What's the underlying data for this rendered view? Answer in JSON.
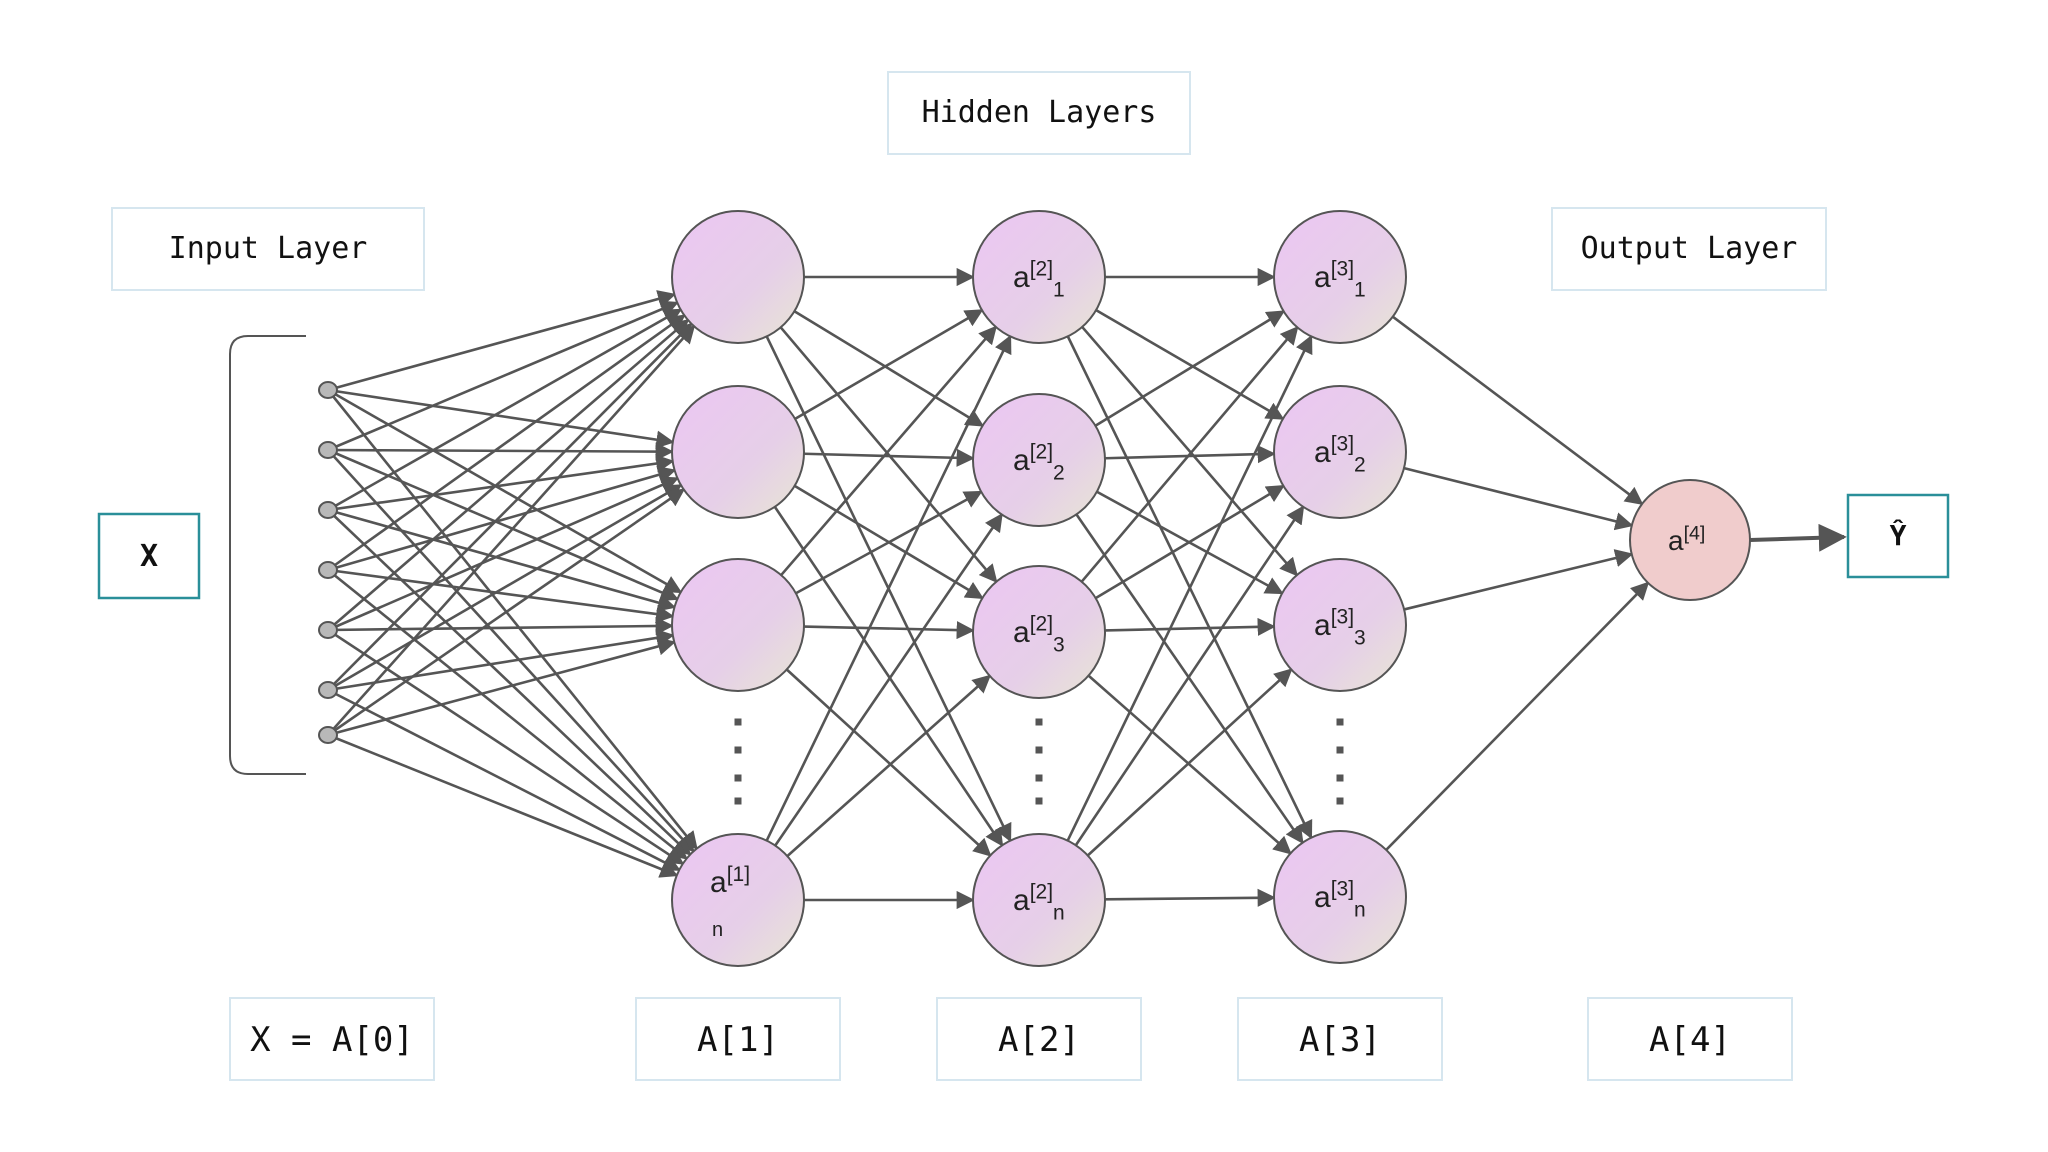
{
  "header": {
    "hidden_layers_label": "Hidden Layers",
    "input_layer_label": "Input Layer",
    "output_layer_label": "Output Layer"
  },
  "input": {
    "x_label": "X",
    "feature_count": 7
  },
  "hidden_layers": [
    {
      "index": 1,
      "node_labels": [
        "",
        "",
        "",
        "a[1]n"
      ]
    },
    {
      "index": 2,
      "node_labels": [
        "a[2]1",
        "a[2]2",
        "a[2]3",
        "a[2]n"
      ]
    },
    {
      "index": 3,
      "node_labels": [
        "a[3]1",
        "a[3]2",
        "a[3]3",
        "a[3]n"
      ]
    }
  ],
  "output": {
    "node_label": "a[4]",
    "y_hat_label": "Ŷ"
  },
  "bottom_labels": {
    "input": "X = A[0]",
    "layer1": "A[1]",
    "layer2": "A[2]",
    "layer3": "A[3]",
    "layer4": "A[4]"
  },
  "colors": {
    "hidden_node_fill_top": "#e9c6ef",
    "hidden_node_fill_bottom": "#e9e6d6",
    "output_node_fill": "#f0cccc",
    "edge_color": "#555555",
    "x_box_border": "#2a8f99",
    "label_box_border": "#cfe0ea"
  },
  "icons": {
    "ellipsis": "vertical-dots-icon",
    "bracket": "left-bracket-icon"
  }
}
